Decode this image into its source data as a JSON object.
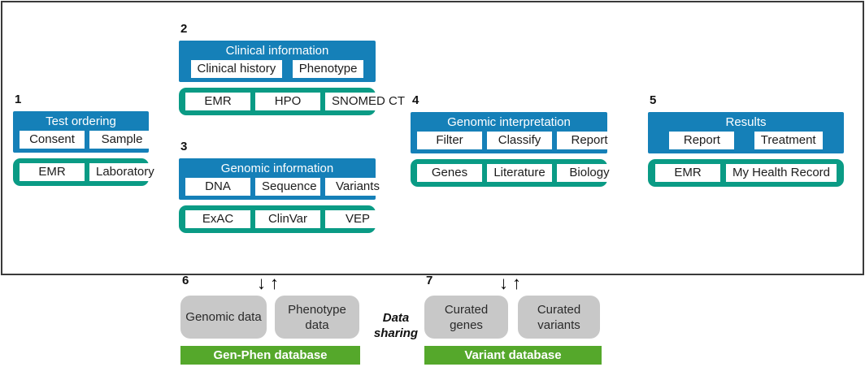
{
  "steps": [
    {
      "number": "1",
      "title": "Test ordering",
      "process_items": [
        "Consent",
        "Sample"
      ],
      "resource_items": [
        "EMR",
        "Laboratory"
      ]
    },
    {
      "number": "2",
      "title": "Clinical information",
      "process_items": [
        "Clinical history",
        "Phenotype"
      ],
      "resource_items": [
        "EMR",
        "HPO",
        "SNOMED CT"
      ]
    },
    {
      "number": "3",
      "title": "Genomic information",
      "process_items": [
        "DNA",
        "Sequence",
        "Variants"
      ],
      "resource_items": [
        "ExAC",
        "ClinVar",
        "VEP"
      ]
    },
    {
      "number": "4",
      "title": "Genomic interpretation",
      "process_items": [
        "Filter",
        "Classify",
        "Report"
      ],
      "resource_items": [
        "Genes",
        "Literature",
        "Biology"
      ]
    },
    {
      "number": "5",
      "title": "Results",
      "process_items": [
        "Report",
        "Treatment"
      ],
      "resource_items": [
        "EMR",
        "My Health Record"
      ]
    }
  ],
  "databases": [
    {
      "number": "6",
      "boxes": [
        "Genomic data",
        "Phenotype data"
      ],
      "label": "Gen-Phen database"
    },
    {
      "number": "7",
      "boxes": [
        "Curated genes",
        "Curated variants"
      ],
      "label": "Variant database"
    }
  ],
  "data_sharing_label": "Data sharing",
  "icons": {
    "arrow_down": "↓",
    "arrow_up": "↑"
  },
  "colors": {
    "header_blue": "#1580b8",
    "resource_teal": "#0a9b85",
    "database_green": "#55a82b",
    "box_gray": "#c8c8c8",
    "border_dark": "#3a3a3a"
  }
}
